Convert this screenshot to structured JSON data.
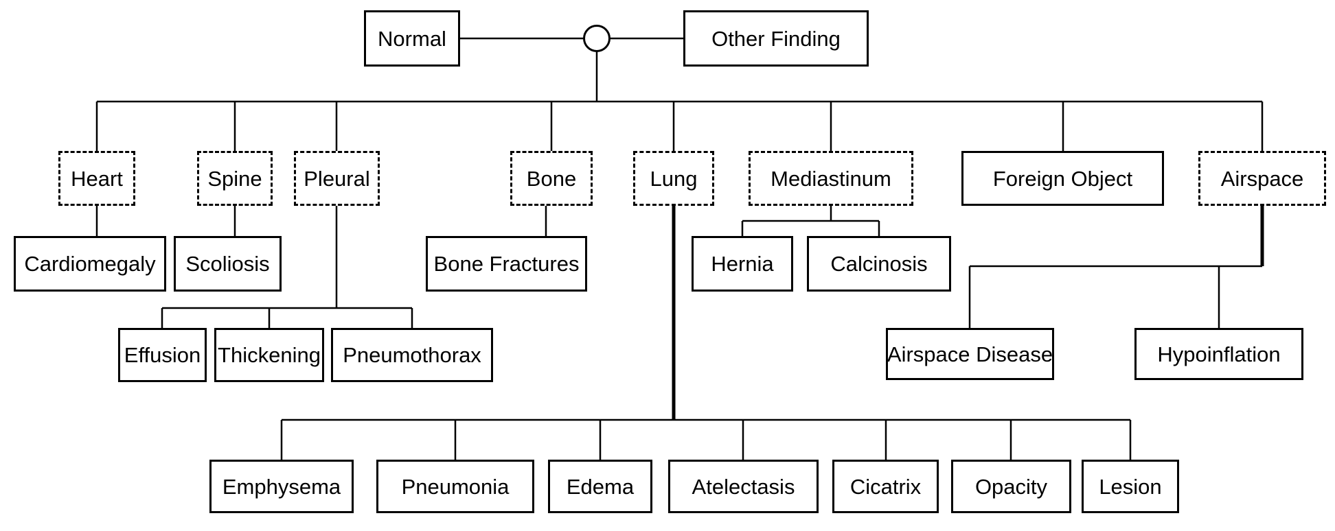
{
  "diagram": {
    "nodes": {
      "normal": {
        "label": "Normal",
        "border": "solid"
      },
      "other_finding": {
        "label": "Other Finding",
        "border": "solid"
      },
      "heart": {
        "label": "Heart",
        "border": "dashed"
      },
      "spine": {
        "label": "Spine",
        "border": "dashed"
      },
      "pleural": {
        "label": "Pleural",
        "border": "dashed"
      },
      "bone": {
        "label": "Bone",
        "border": "dashed"
      },
      "lung": {
        "label": "Lung",
        "border": "dashed"
      },
      "mediastinum": {
        "label": "Mediastinum",
        "border": "dashed"
      },
      "foreign_object": {
        "label": "Foreign Object",
        "border": "solid"
      },
      "airspace": {
        "label": "Airspace",
        "border": "dashed"
      },
      "cardiomegaly": {
        "label": "Cardiomegaly",
        "border": "solid"
      },
      "scoliosis": {
        "label": "Scoliosis",
        "border": "solid"
      },
      "bone_fractures": {
        "label": "Bone Fractures",
        "border": "solid"
      },
      "hernia": {
        "label": "Hernia",
        "border": "solid"
      },
      "calcinosis": {
        "label": "Calcinosis",
        "border": "solid"
      },
      "effusion": {
        "label": "Effusion",
        "border": "solid"
      },
      "thickening": {
        "label": "Thickening",
        "border": "solid"
      },
      "pneumothorax": {
        "label": "Pneumothorax",
        "border": "solid"
      },
      "airspace_disease": {
        "label": "Airspace Disease",
        "border": "solid"
      },
      "hypoinflation": {
        "label": "Hypoinflation",
        "border": "solid"
      },
      "emphysema": {
        "label": "Emphysema",
        "border": "solid"
      },
      "pneumonia": {
        "label": "Pneumonia",
        "border": "solid"
      },
      "edema": {
        "label": "Edema",
        "border": "solid"
      },
      "atelectasis": {
        "label": "Atelectasis",
        "border": "solid"
      },
      "cicatrix": {
        "label": "Cicatrix",
        "border": "solid"
      },
      "opacity": {
        "label": "Opacity",
        "border": "solid"
      },
      "lesion": {
        "label": "Lesion",
        "border": "solid"
      }
    },
    "hierarchy": {
      "root": [
        "Normal",
        "Other Finding"
      ],
      "root_children": [
        "Heart",
        "Spine",
        "Pleural",
        "Bone",
        "Lung",
        "Mediastinum",
        "Foreign Object",
        "Airspace"
      ],
      "Heart": [
        "Cardiomegaly"
      ],
      "Spine": [
        "Scoliosis"
      ],
      "Pleural": [
        "Effusion",
        "Thickening",
        "Pneumothorax"
      ],
      "Bone": [
        "Bone Fractures"
      ],
      "Lung": [
        "Emphysema",
        "Pneumonia",
        "Edema",
        "Atelectasis",
        "Cicatrix",
        "Opacity",
        "Lesion"
      ],
      "Mediastinum": [
        "Hernia",
        "Calcinosis"
      ],
      "Airspace": [
        "Airspace Disease",
        "Hypoinflation"
      ]
    },
    "colors": {
      "background": "#ffffff",
      "line": "#000000",
      "box_border": "#000000",
      "text": "#000000"
    }
  }
}
